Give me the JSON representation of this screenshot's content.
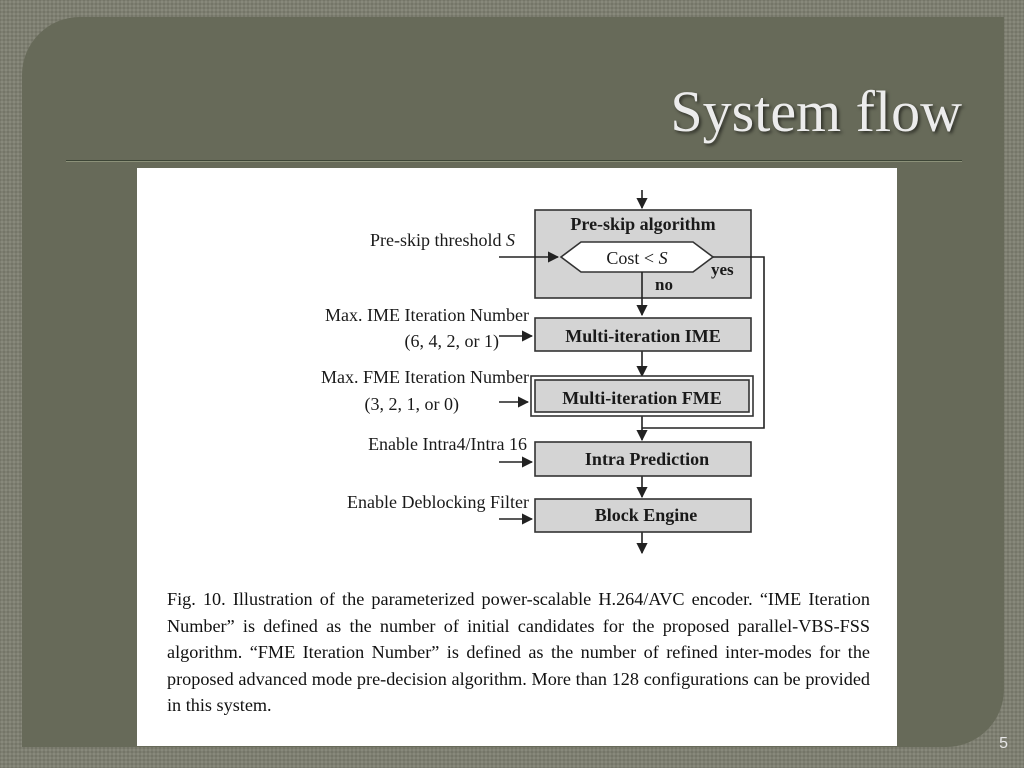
{
  "slide": {
    "title": "System flow",
    "page_number": "5"
  },
  "diagram": {
    "blocks": {
      "preskip": "Pre-skip algorithm",
      "ime": "Multi-iteration IME",
      "fme": "Multi-iteration FME",
      "intra": "Intra Prediction",
      "block_engine": "Block Engine"
    },
    "decision": {
      "prefix": "Cost < ",
      "var": "S"
    },
    "branches": {
      "yes": "yes",
      "no": "no"
    },
    "inputs": {
      "preskip_threshold": {
        "prefix": "Pre-skip threshold ",
        "var": "S"
      },
      "ime_line1": "Max. IME Iteration Number",
      "ime_line2": "(6, 4, 2, or 1)",
      "fme_line1": "Max. FME Iteration Number",
      "fme_line2": "(3, 2, 1, or 0)",
      "intra": "Enable Intra4/Intra 16",
      "deblock": "Enable Deblocking Filter"
    }
  },
  "caption": {
    "text": "Fig. 10.   Illustration of the parameterized power-scalable H.264/AVC encoder. “IME Iteration Number” is defined as the number of initial candidates for the proposed parallel-VBS-FSS algorithm. “FME Iteration Number” is defined as the number of refined inter-modes for the proposed advanced mode pre-decision algorithm. More than 128 configurations can be provided in this system."
  }
}
